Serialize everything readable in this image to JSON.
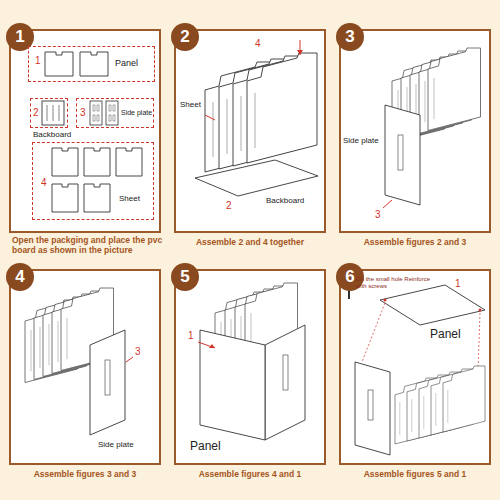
{
  "diagram": {
    "nodes": [
      {
        "text": [
          "1"
        ]
      },
      {
        "text": [
          "1",
          "Panel"
        ]
      },
      {
        "text": [
          "2",
          "Backboard"
        ]
      },
      {
        "text": [
          "3",
          "Side plate"
        ]
      },
      {
        "text": [
          "4",
          "Sheet"
        ]
      },
      {
        "text": [
          "2"
        ]
      },
      {
        "text": [
          "3"
        ]
      },
      {
        "text": [
          "4"
        ]
      },
      {
        "text": [
          "5"
        ]
      },
      {
        "text": [
          "6"
        ]
      }
    ],
    "labels": [
      "Open the packging and place the pvc board as shown in the picture",
      "4",
      "Sheet",
      "2",
      "Backboard",
      "Assemble 2 and 4 together",
      "Side plate",
      "3",
      "Assemble figures 2 and 3",
      "3",
      "Side plate",
      "Assemble figures 3 and 3",
      "1",
      "Panel",
      "Assemble figures 4 and 1",
      "On the small hole Reinforce with screws",
      "1",
      "Panel",
      "Assemble figures 5 and 1"
    ]
  }
}
